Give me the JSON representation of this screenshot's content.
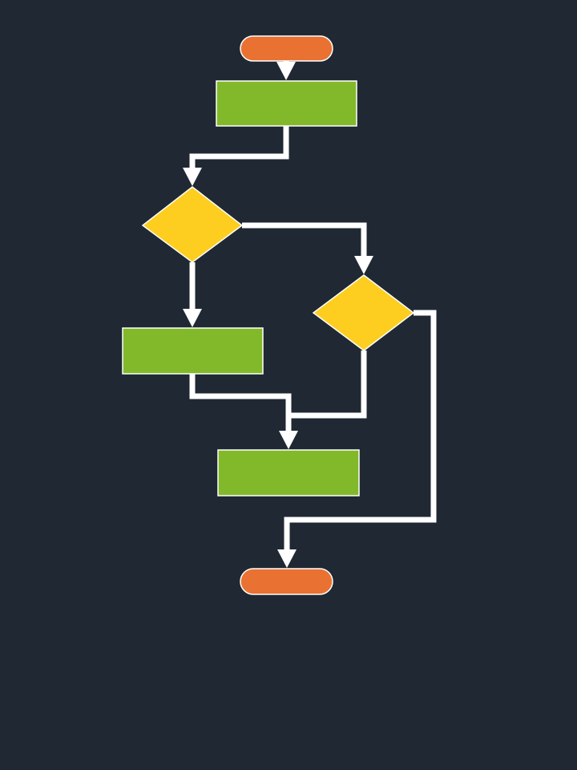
{
  "diagram": {
    "type": "flowchart",
    "colors": {
      "background": "#1f2833",
      "terminal": "#e97232",
      "process": "#82b92a",
      "decision": "#fdce20",
      "connector": "#ffffff",
      "outline": "#ffffff"
    },
    "nodes": [
      {
        "id": "start",
        "shape": "terminal",
        "label": ""
      },
      {
        "id": "process-1",
        "shape": "process",
        "label": ""
      },
      {
        "id": "decision-1",
        "shape": "decision",
        "label": ""
      },
      {
        "id": "decision-2",
        "shape": "decision",
        "label": ""
      },
      {
        "id": "process-2",
        "shape": "process",
        "label": ""
      },
      {
        "id": "process-3",
        "shape": "process",
        "label": ""
      },
      {
        "id": "end",
        "shape": "terminal",
        "label": ""
      }
    ],
    "edges": [
      {
        "from": "start",
        "to": "process-1"
      },
      {
        "from": "process-1",
        "to": "decision-1"
      },
      {
        "from": "decision-1",
        "to": "decision-2"
      },
      {
        "from": "decision-1",
        "to": "process-2"
      },
      {
        "from": "process-2",
        "to": "process-3"
      },
      {
        "from": "decision-2",
        "to": "process-3"
      },
      {
        "from": "decision-2",
        "to": "end"
      }
    ]
  }
}
